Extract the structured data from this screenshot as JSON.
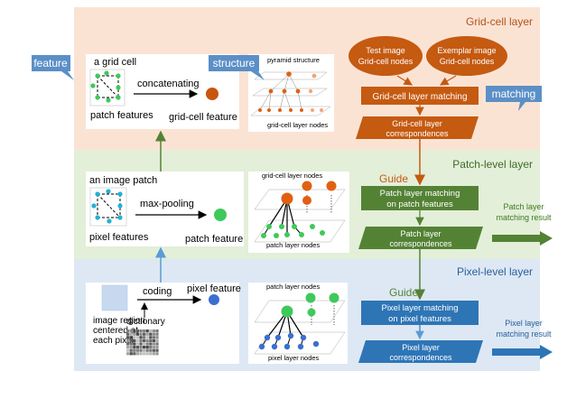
{
  "layers": {
    "grid_cell": "Grid-cell layer",
    "patch_level": "Patch-level layer",
    "pixel_level": "Pixel-level layer"
  },
  "tags": {
    "feature": "feature",
    "structure": "structure",
    "matching": "matching"
  },
  "grid_panel": {
    "title": "a grid cell",
    "op": "concatenating",
    "input": "patch features",
    "output": "grid-cell feature"
  },
  "pyramid": {
    "title": "pyramid structure",
    "bottom": "grid-cell layer nodes"
  },
  "patch_panel": {
    "title": "an image patch",
    "op": "max-pooling",
    "input": "pixel features",
    "output": "patch feature"
  },
  "patch_graph": {
    "top": "grid-cell layer nodes",
    "bottom": "patch layer nodes"
  },
  "pixel_panel": {
    "op": "coding",
    "output": "pixel feature",
    "region": [
      "image region",
      "centered at",
      "each pixel"
    ],
    "dict": "dictionary"
  },
  "pixel_graph": {
    "top": "patch layer nodes",
    "bottom": "pixel layer nodes"
  },
  "flow": {
    "test_image": [
      "Test image",
      "Grid-cell nodes"
    ],
    "exemplar_image": [
      "Exemplar image",
      "Grid-cell nodes"
    ],
    "grid_matching": "Grid-cell layer matching",
    "grid_corr": [
      "Grid-cell layer",
      "correspondences"
    ],
    "guide1": "Guide",
    "patch_matching": [
      "Patch layer matching",
      "on patch features"
    ],
    "patch_corr": [
      "Patch layer",
      "correspondences"
    ],
    "patch_result": [
      "Patch layer",
      "matching result"
    ],
    "guide2": "Guide",
    "pixel_matching": [
      "Pixel layer matching",
      "on pixel features"
    ],
    "pixel_corr": [
      "Pixel layer",
      "correspondences"
    ],
    "pixel_result": [
      "Pixel layer",
      "matching result"
    ]
  },
  "colors": {
    "grid_bg": "#fbe3d4",
    "patch_bg": "#e3efd9",
    "pixel_bg": "#dde8f4",
    "orange": "#c55a11",
    "green": "#548235",
    "blue": "#2e75b6",
    "tag": "#5b8fc7",
    "dot_green": "#3fc95a",
    "dot_cyan": "#21b3d6",
    "dot_blue": "#3a6fd0",
    "dot_orange": "#e06012"
  }
}
